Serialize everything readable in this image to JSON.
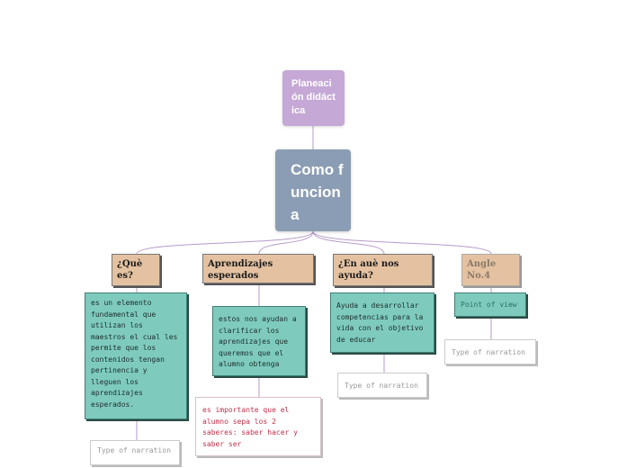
{
  "map": {
    "planeacion": "Planeación didáctica",
    "root": "Como funciona",
    "branches": [
      {
        "topic": "¿Què es?",
        "details": [
          "es un elemento fundamental que utilizan los maestros el cual les permite que los contenidos tengan pertinencia y lleguen los aprendizajes esperados.",
          "Type of narration"
        ]
      },
      {
        "topic": "Aprendizajes esperados",
        "details": [
          "estos nos ayudan a clarificar los aprendizajes que queremos que el alumno obtenga",
          "es importante que el alumno sepa los 2 saberes: saber hacer y saber ser"
        ]
      },
      {
        "topic": "¿En auè nos ayuda?",
        "details": [
          "Ayuda a desarrollar competencias para la vida con el objetivo de educar",
          "Type of narration"
        ]
      },
      {
        "topic": "Angle No.4",
        "details": [
          "Point of view",
          "Type of narration"
        ]
      }
    ]
  },
  "colors": {
    "planeacion": "#c5a8d6",
    "root": "#8b9db4",
    "topic": "#e4c2a1",
    "detail_green": "#7ecbbd",
    "connector": "#b79ac8"
  }
}
